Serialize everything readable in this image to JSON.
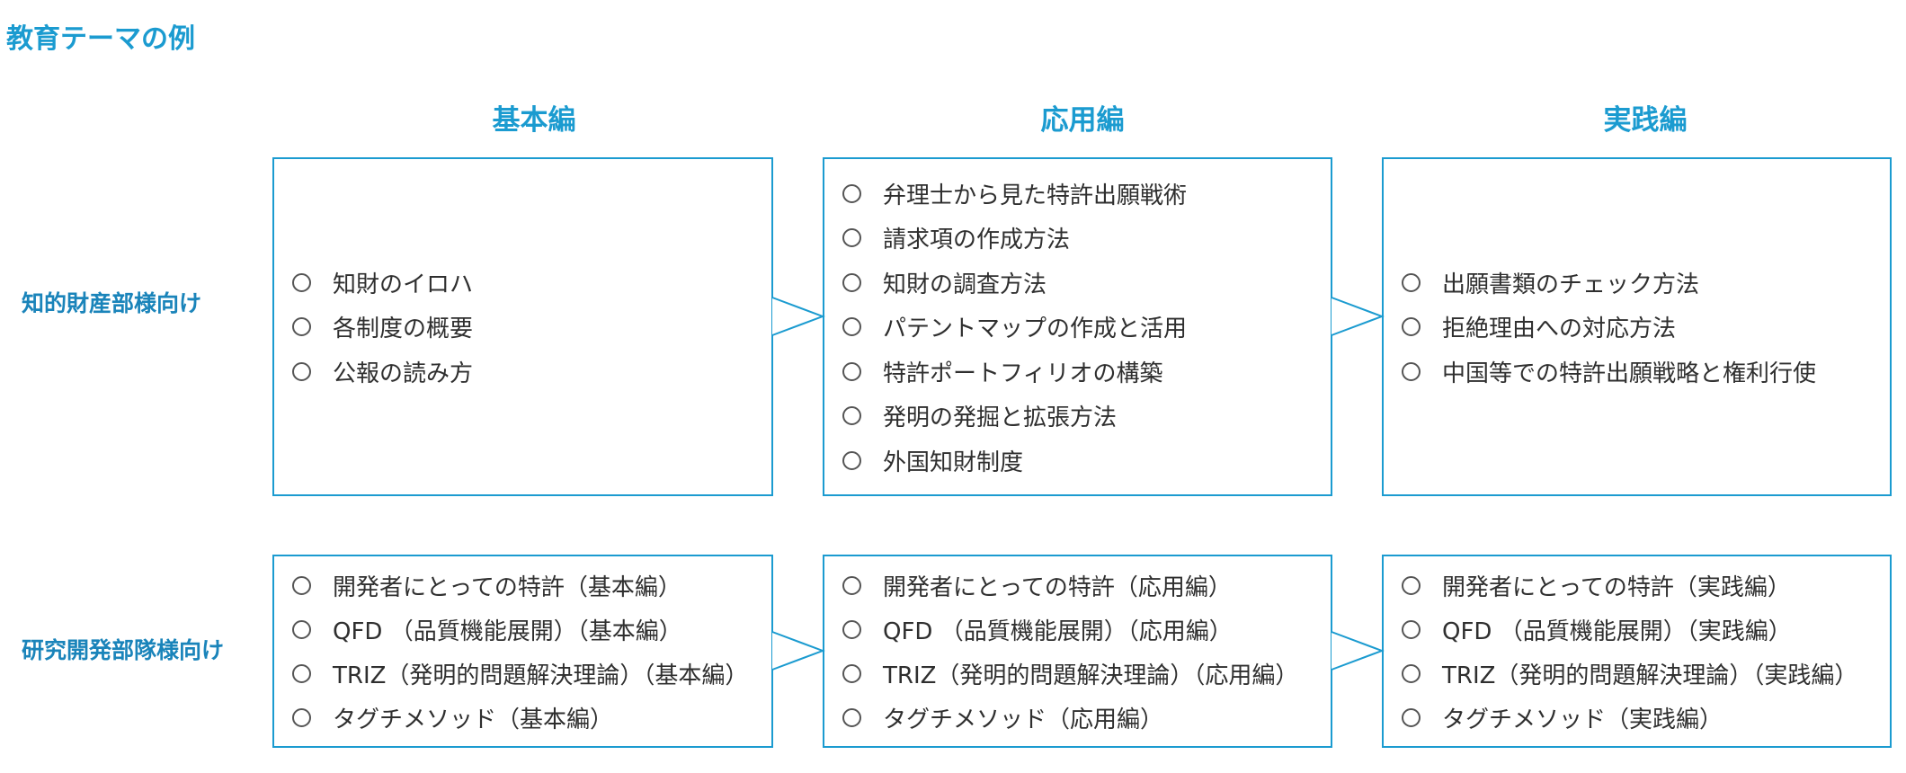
{
  "title": "教育テーマの例",
  "columns": [
    "基本編",
    "応用編",
    "実践編"
  ],
  "rows": [
    {
      "label": "知的財産部様向け",
      "boxes": [
        [
          "知財のイロハ",
          "各制度の概要",
          "公報の読み方"
        ],
        [
          "弁理士から見た特許出願戦術",
          "請求項の作成方法",
          "知財の調査方法",
          "パテントマップの作成と活用",
          "特許ポートフィリオの構築",
          "発明の発掘と拡張方法",
          "外国知財制度"
        ],
        [
          "出願書類のチェック方法",
          "拒絶理由への対応方法",
          "中国等での特許出願戦略と権利行使"
        ]
      ]
    },
    {
      "label": "研究開発部隊様向け",
      "boxes": [
        [
          "開発者にとっての特許（基本編）",
          "QFD （品質機能展開）（基本編）",
          "TRIZ（発明的問題解決理論）（基本編）",
          "タグチメソッド（基本編）"
        ],
        [
          "開発者にとっての特許（応用編）",
          "QFD （品質機能展開）（応用編）",
          "TRIZ（発明的問題解決理論）（応用編）",
          "タグチメソッド（応用編）"
        ],
        [
          "開発者にとっての特許（実践編）",
          "QFD （品質機能展開）（実践編）",
          "TRIZ（発明的問題解決理論）（実践編）",
          "タグチメソッド（実践編）"
        ]
      ]
    }
  ]
}
